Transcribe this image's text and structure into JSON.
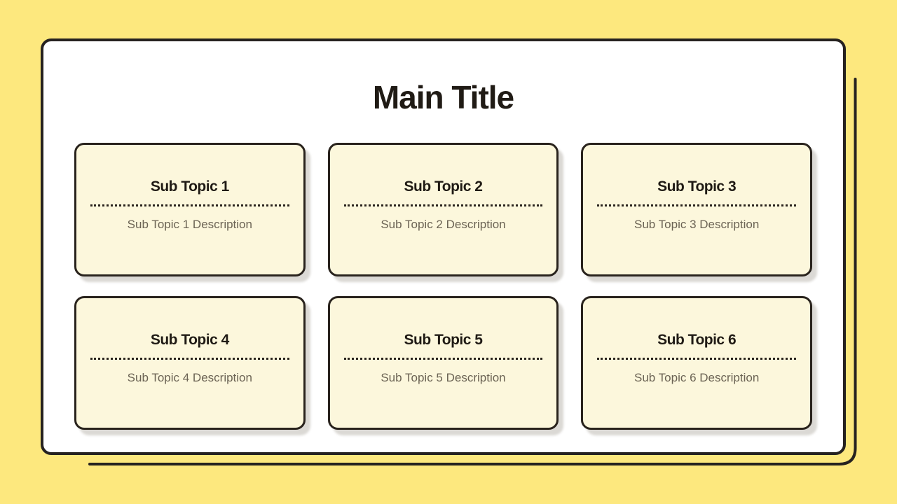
{
  "slide": {
    "main_title": "Main Title",
    "cards": [
      {
        "title": "Sub Topic 1",
        "description": "Sub Topic 1 Description"
      },
      {
        "title": "Sub Topic 2",
        "description": "Sub Topic 2 Description"
      },
      {
        "title": "Sub Topic 3",
        "description": "Sub Topic 3 Description"
      },
      {
        "title": "Sub Topic 4",
        "description": "Sub Topic 4 Description"
      },
      {
        "title": "Sub Topic 5",
        "description": "Sub Topic 5 Description"
      },
      {
        "title": "Sub Topic 6",
        "description": "Sub Topic 6 Description"
      }
    ]
  },
  "colors": {
    "background": "#FDE87E",
    "panel_background": "#FFFFFF",
    "outline_dark": "#262220",
    "card_background": "#FCF7DC",
    "heading_text": "#201B15",
    "description_text": "#6B6354",
    "card_shadow": "#D9D5CA"
  }
}
